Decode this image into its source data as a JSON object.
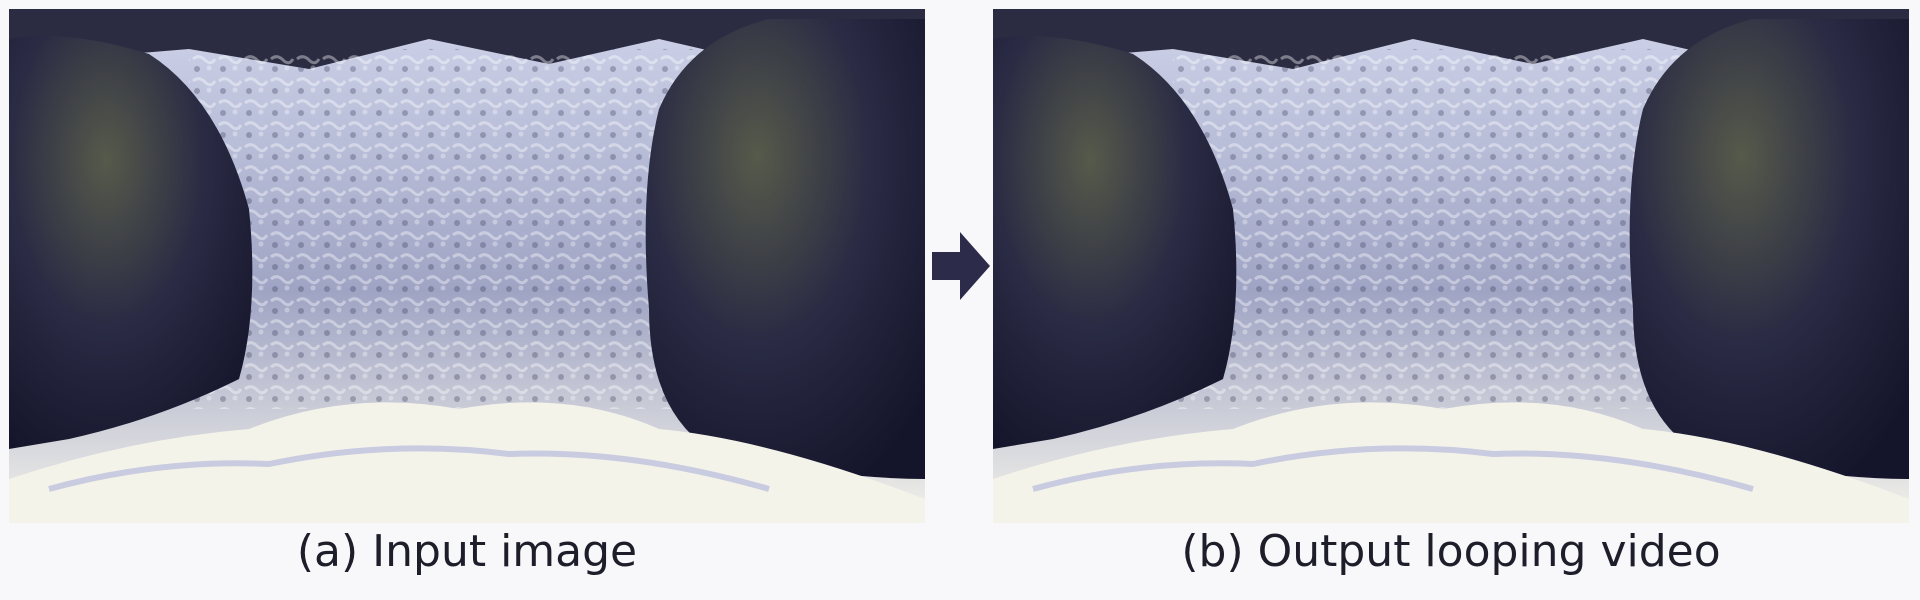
{
  "panels": {
    "input": {
      "caption": "(a) Input image",
      "image_icon": "waterfall-photo"
    },
    "output": {
      "caption": "(b) Output looping video",
      "image_icon": "waterfall-photo"
    }
  },
  "arrow": {
    "icon": "right-arrow-icon",
    "color": "#2c2c4a"
  },
  "colors": {
    "background": "#f8f8fb",
    "rock": "#1f2040",
    "water": "#dfe2f2",
    "foam": "#f4f3ea"
  }
}
